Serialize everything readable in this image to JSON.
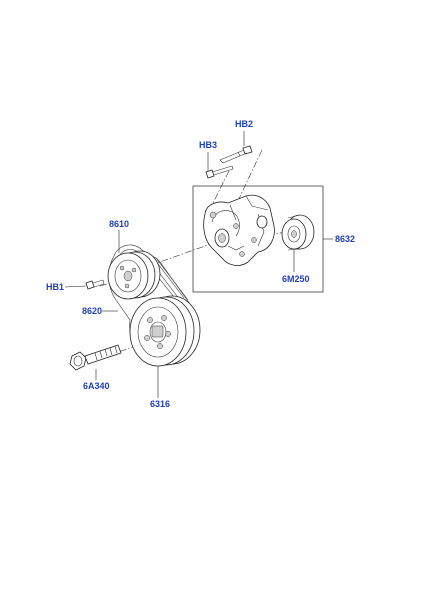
{
  "callouts": {
    "hb2": "HB2",
    "hb3": "HB3",
    "p8610": "8610",
    "p8632": "8632",
    "hb1": "HB1",
    "p6m250": "6M250",
    "p8620": "8620",
    "p6a340": "6A340",
    "p6316": "6316"
  },
  "colors": {
    "callout": "#1f3fbf",
    "line": "#222222",
    "background": "#ffffff"
  }
}
